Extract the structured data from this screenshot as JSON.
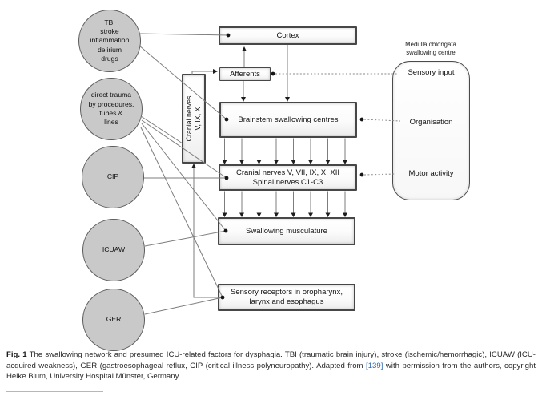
{
  "figure": {
    "circles": [
      {
        "label": "TBI\nstroke\ninflammation\ndelirium\ndrugs"
      },
      {
        "label": "direct trauma\nby procedures,\ntubes &\nlines"
      },
      {
        "label": "CIP"
      },
      {
        "label": "ICUAW"
      },
      {
        "label": "GER"
      }
    ],
    "boxes": {
      "cortex": "Cortex",
      "afferents": "Afferents",
      "brainstem": "Brainstem swallowing centres",
      "cranial_line1": "Cranial nerves V, VII, IX, X, XII",
      "cranial_line2": "Spinal nerves C1-C3",
      "swallowing": "Swallowing musculature",
      "sensory_line1": "Sensory receptors in oropharynx,",
      "sensory_line2": "larynx and esophagus",
      "vertical_line1": "Cranial nerves",
      "vertical_line2": "V, IX, X"
    },
    "medulla": {
      "title": "Medulla oblongata\nswallowing centre",
      "items": [
        "Sensory input",
        "Organisation",
        "Motor activity"
      ]
    }
  },
  "caption": {
    "label": "Fig. 1",
    "text": "The swallowing network and presumed ICU-related factors for dysphagia. TBI (traumatic brain injury), stroke (ischemic/hemorrhagic), ICUAW (ICU-acquired weakness), GER (gastroesophageal reflux, CIP (critical illness polyneuropathy). Adapted from ",
    "ref": "[139]",
    "text_after": " with permission from the authors, copyright Heike Blum, University Hospital Münster, Germany"
  },
  "colors": {
    "link": "#2f6bb0",
    "circle_fill": "#c9c9c9",
    "wire": "#7d7d7d"
  }
}
